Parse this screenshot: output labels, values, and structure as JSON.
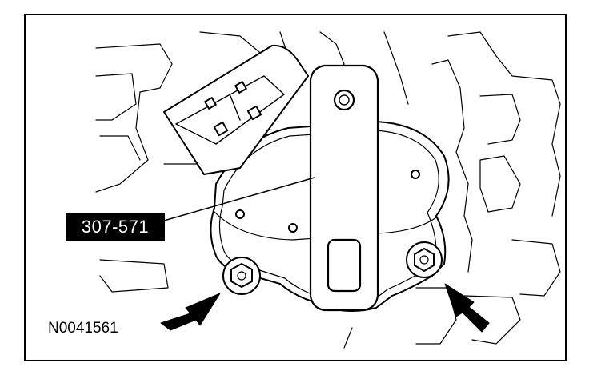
{
  "figure": {
    "tool_callout": "307-571",
    "figure_id": "N0041561",
    "colors": {
      "ink": "#000000",
      "paper": "#ffffff"
    },
    "arrows": [
      "left-bolt-arrow",
      "right-bolt-arrow"
    ]
  }
}
